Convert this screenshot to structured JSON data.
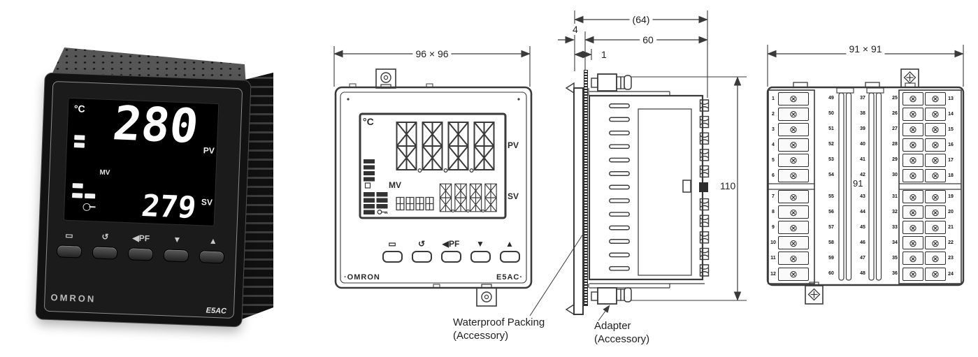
{
  "icons": {
    "screw": "⊗"
  },
  "photo": {
    "display": {
      "unit": "°C",
      "pv": "280",
      "pv_label": "PV",
      "sv": "279",
      "sv_label": "SV",
      "mv_label": "MV"
    },
    "keys": [
      "▭",
      "↺",
      "◀PF",
      "▼",
      "▲"
    ],
    "brand": "OMRON",
    "model": "E5AC"
  },
  "front_view": {
    "dim_width": "96 × 96",
    "display": {
      "unit": "°C",
      "pv_label": "PV",
      "sv_label": "SV",
      "mv_label": "MV"
    },
    "keys": [
      "▭",
      "↺",
      "◀PF",
      "▼",
      "▲"
    ],
    "brand": "·OMRON",
    "model": "E5AC·"
  },
  "side_view": {
    "dim_overall": "(64)",
    "dim_bezel": "4",
    "dim_depth": "60",
    "dim_lip": "1",
    "dim_height": "110",
    "packing_label_line1": "Waterproof Packing",
    "packing_label_line2": "(Accessory)",
    "adapter_label_line1": "Adapter",
    "adapter_label_line2": "(Accessory)"
  },
  "rear_view": {
    "dim_width": "91 × 91",
    "dim_center": "91",
    "left_terminals": [
      "1",
      "2",
      "3",
      "4",
      "5",
      "6",
      "7",
      "8",
      "9",
      "10",
      "11",
      "12"
    ],
    "right_outer_terminals": [
      "13",
      "14",
      "15",
      "16",
      "17",
      "18",
      "19",
      "20",
      "21",
      "22",
      "23",
      "24"
    ],
    "right_inner_terminals": [
      "25",
      "26",
      "27",
      "28",
      "29",
      "30",
      "31",
      "32",
      "33",
      "34",
      "35",
      "36"
    ],
    "middle_col_a": [
      "49",
      "50",
      "51",
      "52",
      "53",
      "54",
      "55",
      "56",
      "57",
      "58",
      "59",
      "60"
    ],
    "middle_col_b": [
      "37",
      "38",
      "39",
      "40",
      "41",
      "42",
      "43",
      "44",
      "45",
      "46",
      "47",
      "48"
    ]
  }
}
